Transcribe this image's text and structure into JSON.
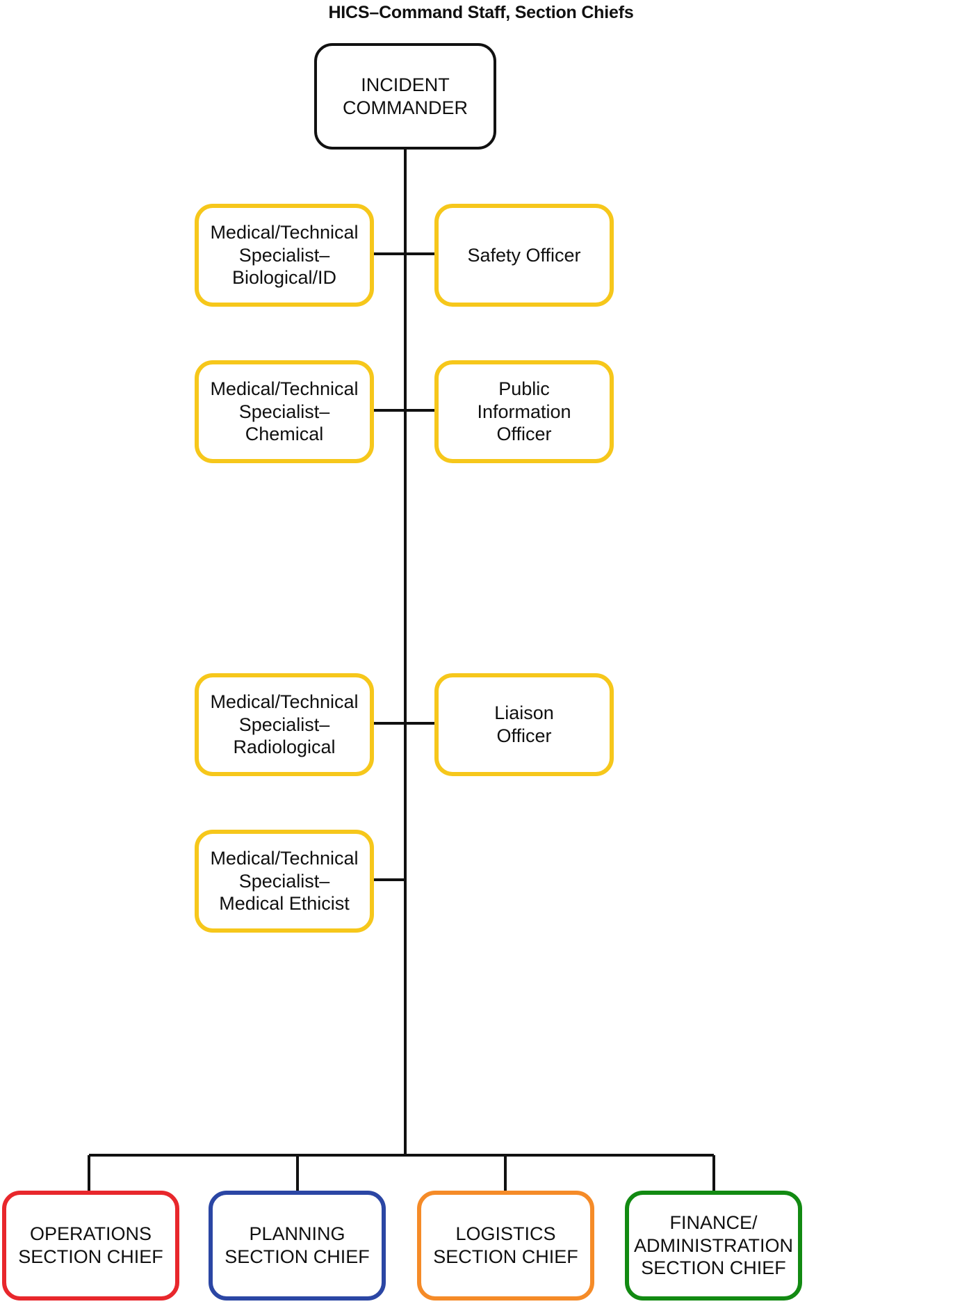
{
  "title": "HICS–Command Staff, Section Chiefs",
  "colors": {
    "incident_commander_border": "#111111",
    "specialist_border": "#F6C71B",
    "officer_border": "#F6C71B",
    "operations_border": "#E8272C",
    "planning_border": "#2B46A4",
    "logistics_border": "#F58B28",
    "finance_border": "#128A12",
    "connector_line": "#111111",
    "background": "#FFFFFF",
    "text": "#101010"
  },
  "nodes": {
    "incident_commander": {
      "label": "INCIDENT\nCOMMANDER",
      "role": "incident-commander"
    },
    "specialists": [
      {
        "id": "specialist-biological-id",
        "label": "Medical/Technical\nSpecialist–\nBiological/ID"
      },
      {
        "id": "specialist-chemical",
        "label": "Medical/Technical\nSpecialist–\nChemical"
      },
      {
        "id": "specialist-radiological",
        "label": "Medical/Technical\nSpecialist–\nRadiological"
      },
      {
        "id": "specialist-medical-ethicist",
        "label": "Medical/Technical\nSpecialist–\nMedical Ethicist"
      }
    ],
    "command_staff": [
      {
        "id": "safety-officer",
        "label": "Safety Officer"
      },
      {
        "id": "public-information-officer",
        "label": "Public\nInformation\nOfficer"
      },
      {
        "id": "liaison-officer",
        "label": "Liaison\nOfficer"
      }
    ],
    "section_chiefs": [
      {
        "id": "operations-section-chief",
        "label": "OPERATIONS\nSECTION CHIEF",
        "color": "#E8272C"
      },
      {
        "id": "planning-section-chief",
        "label": "PLANNING\nSECTION CHIEF",
        "color": "#2B46A4"
      },
      {
        "id": "logistics-section-chief",
        "label": "LOGISTICS\nSECTION CHIEF",
        "color": "#F58B28"
      },
      {
        "id": "finance-administration-section-chief",
        "label": "FINANCE/\nADMINISTRATION\nSECTION CHIEF",
        "color": "#128A12"
      }
    ]
  },
  "chart_data": {
    "type": "diagram",
    "diagram_type": "organizational-chart",
    "title": "HICS–Command Staff, Section Chiefs",
    "root": "INCIDENT COMMANDER",
    "branches": [
      {
        "left": "Medical/Technical Specialist–Biological/ID",
        "right": "Safety Officer"
      },
      {
        "left": "Medical/Technical Specialist–Chemical",
        "right": "Public Information Officer"
      },
      {
        "left": "Medical/Technical Specialist–Radiological",
        "right": "Liaison Officer"
      },
      {
        "left": "Medical/Technical Specialist–Medical Ethicist",
        "right": null
      }
    ],
    "bottom_row": [
      "OPERATIONS SECTION CHIEF",
      "PLANNING SECTION CHIEF",
      "LOGISTICS SECTION CHIEF",
      "FINANCE/ADMINISTRATION SECTION CHIEF"
    ]
  }
}
